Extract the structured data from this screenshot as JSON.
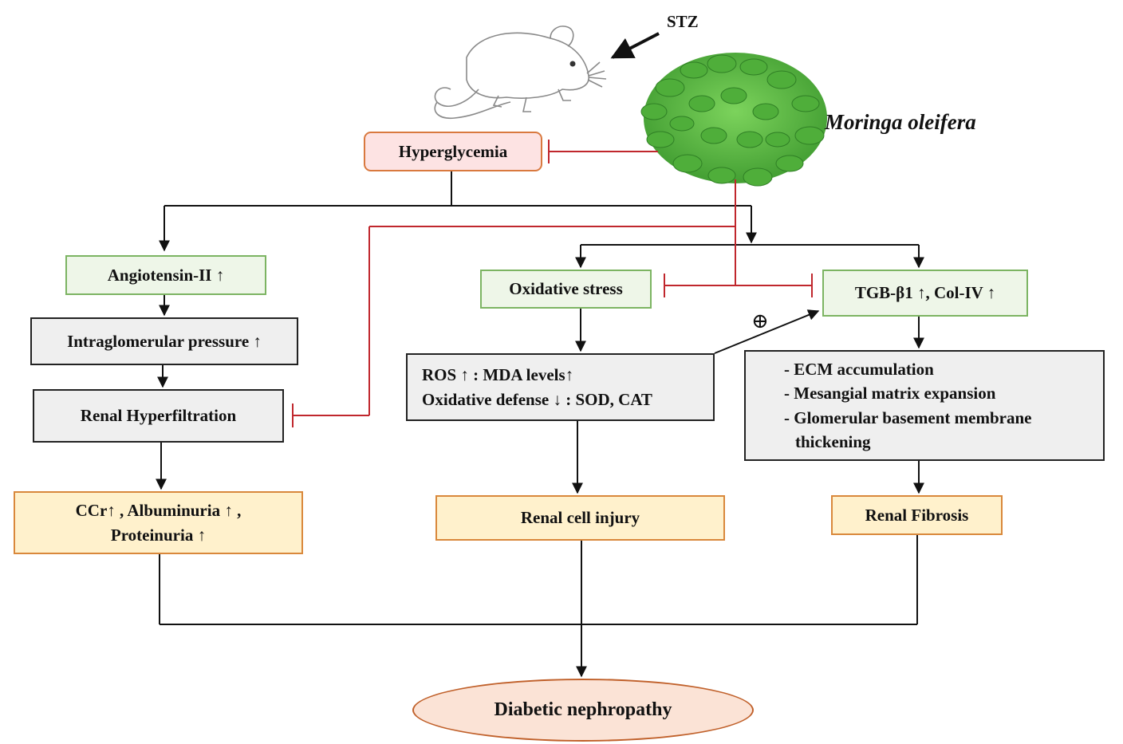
{
  "labels": {
    "stz": "STZ",
    "plant": "Moringa oleifera",
    "plus": "⊕"
  },
  "boxes": {
    "hyperglycemia": "Hyperglycemia",
    "angiotensin": "Angiotensin-II ↑",
    "intraglomerular": "Intraglomerular  pressure ↑",
    "hyperfiltration": "Renal Hyperfiltration",
    "ccr_line1": "CCr↑ , Albuminuria ↑ ,",
    "ccr_line2": "Proteinuria ↑",
    "oxidative": "Oxidative stress",
    "ros_line1": "ROS ↑ : MDA levels↑",
    "ros_line2": "Oxidative defense ↓ : SOD, CAT",
    "cell_injury": "Renal cell injury",
    "tgb": "TGB-β1 ↑, Col-IV ↑",
    "ecm_line1": "- ECM accumulation",
    "ecm_line2": "- Mesangial matrix  expansion",
    "ecm_line3": "- Glomerular  basement membrane",
    "ecm_line4": "thickening",
    "fibrosis": "Renal Fibrosis",
    "nephropathy": "Diabetic nephropathy"
  },
  "icons": [
    "mouse-illustration",
    "moringa-leaves-illustration"
  ],
  "colors": {
    "inhibition": "#c0272d",
    "arrow": "#111111",
    "green_border": "#7cb462",
    "orange_border": "#d9883b",
    "leaf": "#5bb544"
  }
}
